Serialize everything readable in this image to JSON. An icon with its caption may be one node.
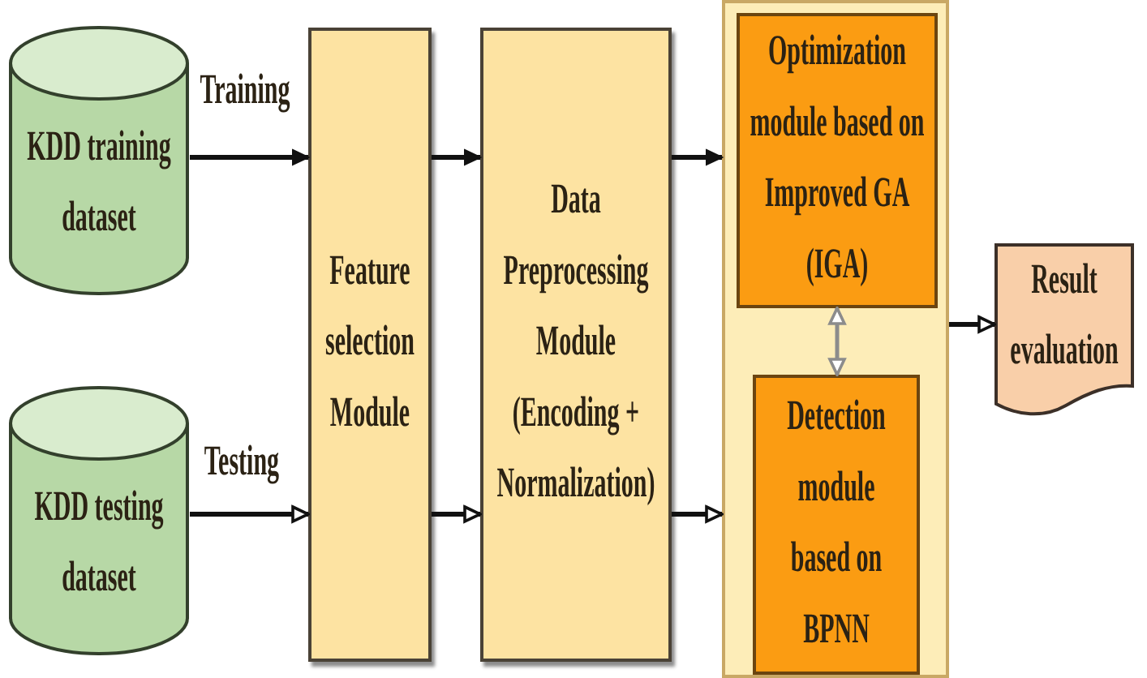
{
  "diagram": {
    "nodes": [
      {
        "text": [
          "KDD training dataset"
        ]
      },
      {
        "text": [
          "KDD testing dataset"
        ]
      },
      {
        "text": [
          "Feature selection Module"
        ]
      },
      {
        "text": [
          "Data Preprocessing Module (Encoding + Normalization)"
        ]
      },
      {
        "text": [],
        "shape": "box"
      },
      {
        "text": [
          "Optimization module based on Improved GA (IGA)"
        ],
        "in": 4
      },
      {
        "text": [
          "Detection module based on BPNN"
        ],
        "in": 4
      },
      {
        "text": [
          "Result evaluation"
        ]
      }
    ],
    "edges": [
      {
        "from": 0,
        "to": 2,
        "arrow": "to",
        "label": "Training"
      },
      {
        "from": 1,
        "to": 2,
        "arrow": "to",
        "label": "Testing"
      },
      {
        "from": 2,
        "to": 3,
        "arrow": "to"
      },
      {
        "from": 2,
        "to": 3,
        "arrow": "to"
      },
      {
        "from": 3,
        "to": 4,
        "arrow": "to"
      },
      {
        "from": 3,
        "to": 4,
        "arrow": "to"
      },
      {
        "from": 5,
        "to": 6,
        "arrow": "both",
        "color": "#8c8c8c"
      },
      {
        "from": 4,
        "to": 7,
        "arrow": "to"
      }
    ]
  }
}
